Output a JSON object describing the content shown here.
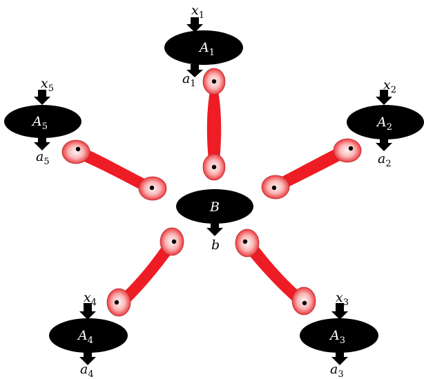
{
  "nodes": {
    "A1": {
      "name": "A",
      "sub": "1",
      "input_name": "x",
      "input_sub": "1",
      "output_name": "a",
      "output_sub": "1"
    },
    "A2": {
      "name": "A",
      "sub": "2",
      "input_name": "x",
      "input_sub": "2",
      "output_name": "a",
      "output_sub": "2"
    },
    "A3": {
      "name": "A",
      "sub": "3",
      "input_name": "x",
      "input_sub": "3",
      "output_name": "a",
      "output_sub": "3"
    },
    "A4": {
      "name": "A",
      "sub": "4",
      "input_name": "x",
      "input_sub": "4",
      "output_name": "a",
      "output_sub": "4"
    },
    "A5": {
      "name": "A",
      "sub": "5",
      "input_name": "x",
      "input_sub": "5",
      "output_name": "a",
      "output_sub": "5"
    },
    "B": {
      "name": "B",
      "output_name": "b"
    }
  },
  "colors": {
    "node_fill": "#000000",
    "node_text": "#ffffff",
    "link_red": "#ee1c24",
    "link_light": "#fde3e3",
    "bulb_stroke": "#b03030",
    "dot": "#000000"
  }
}
